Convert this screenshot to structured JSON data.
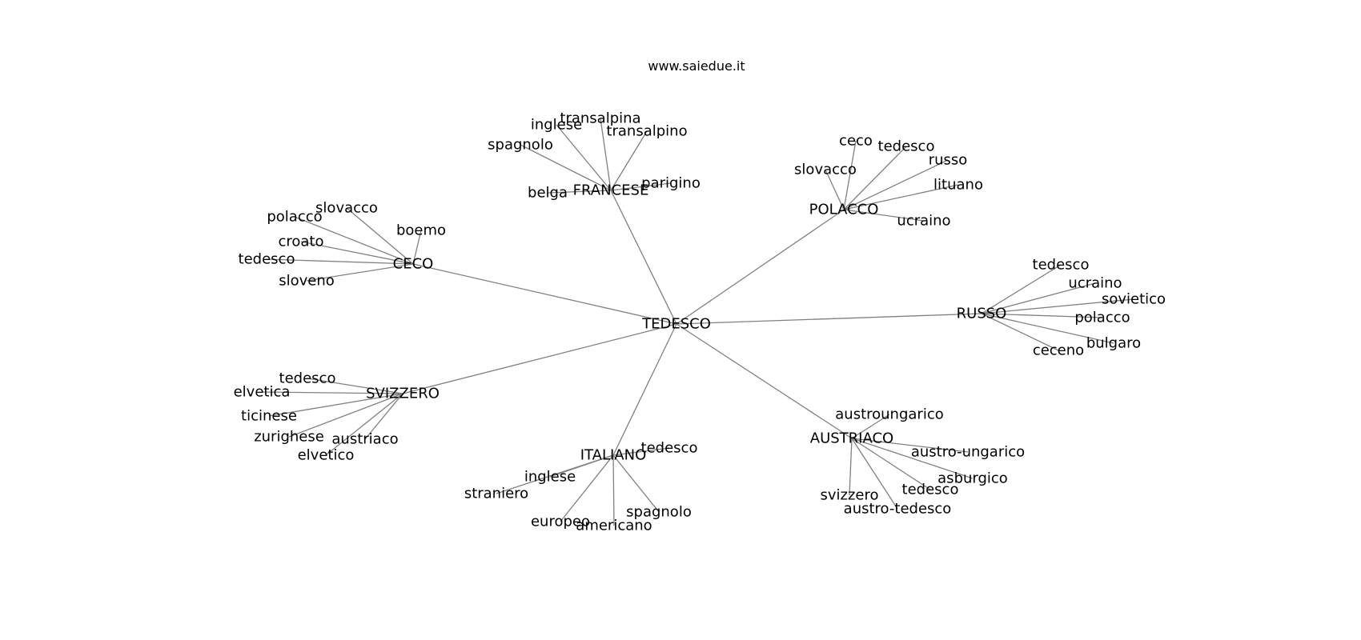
{
  "title": "www.saiedue.it",
  "center": "TEDESCO",
  "colors": {
    "edge": "#808080",
    "text": "#000000",
    "background": "#ffffff"
  },
  "hubs": [
    {
      "id": "FRANCESE",
      "label": "FRANCESE",
      "leaves": [
        "inglese",
        "transalpina",
        "transalpino",
        "spagnolo",
        "belga",
        "parigino"
      ]
    },
    {
      "id": "POLACCO",
      "label": "POLACCO",
      "leaves": [
        "ceco",
        "tedesco",
        "russo",
        "slovacco",
        "lituano",
        "ucraino"
      ]
    },
    {
      "id": "CECO",
      "label": "CECO",
      "leaves": [
        "slovacco",
        "polacco",
        "boemo",
        "croato",
        "tedesco",
        "sloveno"
      ]
    },
    {
      "id": "RUSSO",
      "label": "RUSSO",
      "leaves": [
        "tedesco",
        "ucraino",
        "sovietico",
        "polacco",
        "bulgaro",
        "ceceno"
      ]
    },
    {
      "id": "SVIZZERO",
      "label": "SVIZZERO",
      "leaves": [
        "tedesco",
        "elvetica",
        "ticinese",
        "zurighese",
        "austriaco",
        "elvetico"
      ]
    },
    {
      "id": "ITALIANO",
      "label": "ITALIANO",
      "leaves": [
        "tedesco",
        "inglese",
        "straniero",
        "europeo",
        "americano",
        "spagnolo"
      ]
    },
    {
      "id": "AUSTRIACO",
      "label": "AUSTRIACO",
      "leaves": [
        "austroungarico",
        "austro-ungarico",
        "asburgico",
        "tedesco",
        "svizzero",
        "austro-tedesco"
      ]
    }
  ]
}
